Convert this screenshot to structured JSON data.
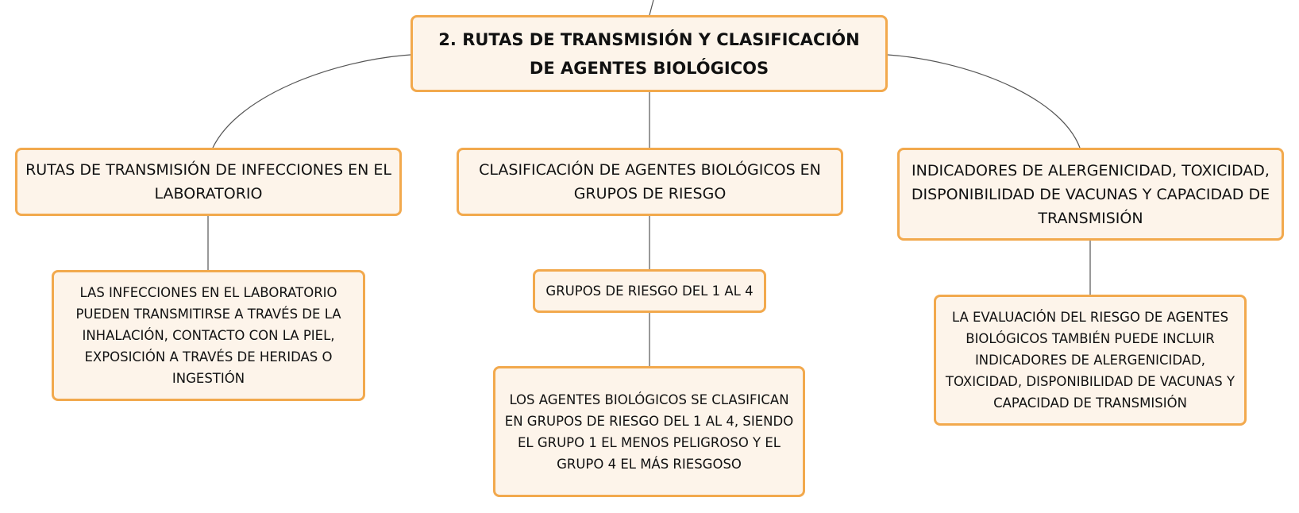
{
  "diagram": {
    "root": {
      "label": "2. RUTAS DE TRANSMISIÓN Y CLASIFICACIÓN DE AGENTES BIOLÓGICOS"
    },
    "branches": [
      {
        "label": "RUTAS DE TRANSMISIÓN DE INFECCIONES EN EL LABORATORIO",
        "children": [
          {
            "label": "LAS INFECCIONES EN EL LABORATORIO PUEDEN TRANSMITIRSE A TRAVÉS DE LA INHALACIÓN, CONTACTO CON LA PIEL, EXPOSICIÓN A TRAVÉS DE HERIDAS O INGESTIÓN"
          }
        ]
      },
      {
        "label": "CLASIFICACIÓN DE AGENTES BIOLÓGICOS EN GRUPOS DE RIESGO",
        "children": [
          {
            "label": "GRUPOS DE RIESGO DEL 1 AL 4",
            "children": [
              {
                "label": "LOS AGENTES BIOLÓGICOS SE CLASIFICAN EN GRUPOS DE RIESGO DEL 1 AL 4, SIENDO EL GRUPO 1 EL MENOS PELIGROSO Y EL GRUPO 4 EL MÁS RIESGOSO"
              }
            ]
          }
        ]
      },
      {
        "label": "INDICADORES DE ALERGENICIDAD, TOXICIDAD, DISPONIBILIDAD DE VACUNAS Y CAPACIDAD DE TRANSMISIÓN",
        "children": [
          {
            "label": "LA EVALUACIÓN DEL RIESGO DE AGENTES BIOLÓGICOS TAMBIÉN PUEDE INCLUIR INDICADORES DE ALERGENICIDAD, TOXICIDAD, DISPONIBILIDAD DE VACUNAS Y CAPACIDAD DE TRANSMISIÓN"
          }
        ]
      }
    ]
  },
  "colors": {
    "node_fill": "#fdf4ea",
    "node_border": "#f2a94d",
    "connector": "#555555",
    "text": "#111111"
  }
}
